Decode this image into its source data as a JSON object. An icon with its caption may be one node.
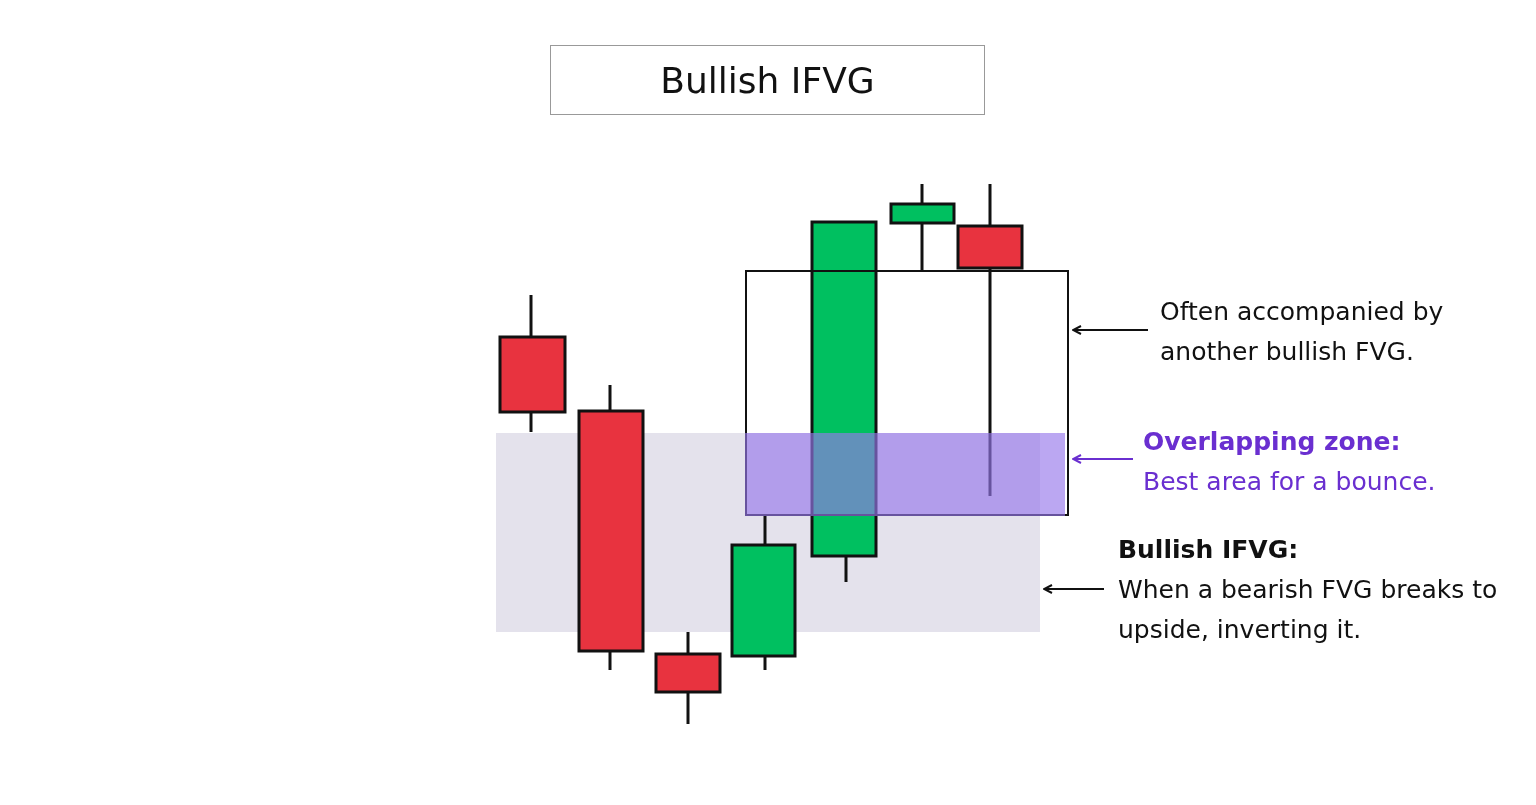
{
  "diagram": {
    "title": "Bullish IFVG",
    "nodes": [
      {
        "text": [],
        "shape": "box"
      },
      {
        "text": [
          "Often accompanied by another bullish FVG."
        ]
      },
      {
        "text": [],
        "shape": "box",
        "in": 0
      },
      {
        "text": [
          "Overlapping zone:",
          "Best area for a bounce."
        ]
      },
      {
        "text": [],
        "shape": "box"
      },
      {
        "text": [
          "Bullish IFVG:",
          "When a bearish FVG breaks to upside, inverting it."
        ]
      }
    ],
    "edges": [
      {
        "from": 1,
        "to": 0,
        "arrow": "to"
      },
      {
        "from": 3,
        "to": 2,
        "arrow": "to",
        "color": "#6a2fd0"
      },
      {
        "from": 5,
        "to": 4,
        "arrow": "to"
      }
    ]
  }
}
